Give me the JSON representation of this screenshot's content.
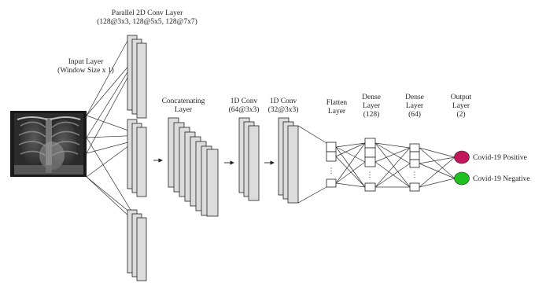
{
  "labels": {
    "parallel_conv_title": "Parallel 2D Conv Layer",
    "parallel_conv_detail": "(128@3x3, 128@5x5, 128@7x7)",
    "input_title": "Input Layer",
    "input_detail": "(Window Size x 1)",
    "concat_title": "Concatenating",
    "concat_detail": "Layer",
    "conv1d_a_title": "1D Conv",
    "conv1d_a_detail": "(64@3x3)",
    "conv1d_b_title": "1D Conv",
    "conv1d_b_detail": "(32@3x3)",
    "flatten_title": "Flatten",
    "flatten_detail": "Layer",
    "dense1_title": "Dense",
    "dense1_mid": "Layer",
    "dense1_detail": "(128)",
    "dense2_title": "Dense",
    "dense2_mid": "Layer",
    "dense2_detail": "(64)",
    "output_title": "Output",
    "output_mid": "Layer",
    "output_detail": "(2)"
  },
  "outputs": [
    {
      "label": "Covid-19 Positive",
      "color": "#c2185b"
    },
    {
      "label": "Covid-19 Negative",
      "color": "#1fc01f"
    }
  ],
  "colors": {
    "xray_bg": "#1a1a1a",
    "plate": "#dcdcdc",
    "line": "#333333"
  }
}
